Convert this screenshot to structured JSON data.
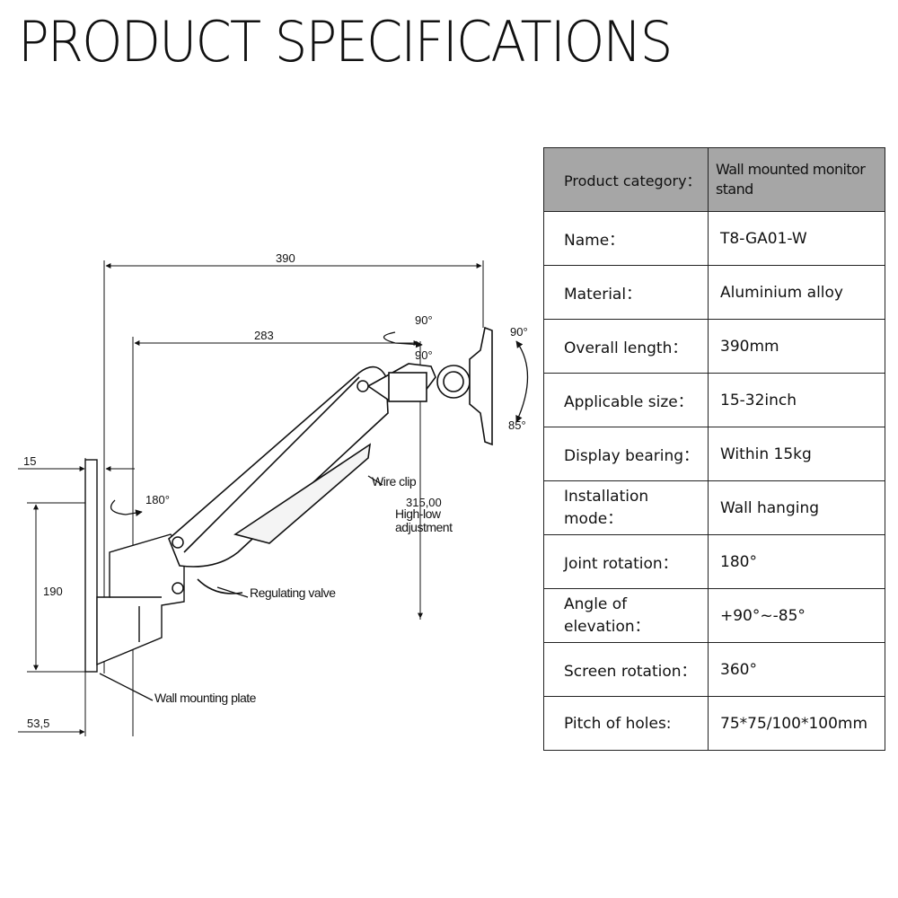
{
  "title": "PRODUCT SPECIFICATIONS",
  "diagram": {
    "dimensions": {
      "overall_length": "390",
      "arm_length": "283",
      "plate_offset": "15",
      "plate_height": "190",
      "wall_offset": "53,5",
      "height_adjust": "315,00"
    },
    "angles": {
      "tilt_up_top": "90°",
      "tilt_up": "90°",
      "swivel": "90°",
      "tilt_down": "85°",
      "joint": "180°"
    },
    "callouts": {
      "wire_clip": "Wire clip",
      "height_adjust_line1": "High-low",
      "height_adjust_line2": "adjustment",
      "regulating_valve": "Regulating valve",
      "wall_plate": "Wall mounting plate"
    }
  },
  "specs": {
    "header": {
      "label": "Product category：",
      "value_line1": "Wall mounted monitor",
      "value_line2": "stand"
    },
    "rows": [
      {
        "label": "Name：",
        "value": "T8-GA01-W"
      },
      {
        "label": "Material：",
        "value": "Aluminium alloy"
      },
      {
        "label": "Overall length：",
        "value": "390mm"
      },
      {
        "label": "Applicable size：",
        "value": "15-32inch"
      },
      {
        "label": "Display bearing：",
        "value": "Within 15kg"
      },
      {
        "label": "Installation mode：",
        "value": "Wall hanging"
      },
      {
        "label": "Joint rotation：",
        "value": "180°"
      },
      {
        "label": "Angle of elevation：",
        "value": "+90°~-85°"
      },
      {
        "label": "Screen rotation：",
        "value": "360°"
      },
      {
        "label": "Pitch of holes:",
        "value": "75*75/100*100mm"
      }
    ]
  }
}
